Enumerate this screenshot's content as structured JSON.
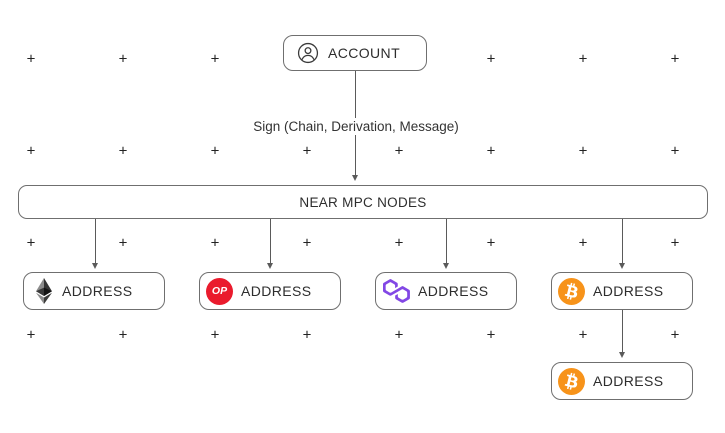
{
  "account": {
    "label": "ACCOUNT"
  },
  "sign_label": "Sign (Chain, Derivation, Message)",
  "mpc_nodes": {
    "label": "NEAR MPC NODES"
  },
  "addresses": [
    {
      "chain": "Ethereum",
      "label": "ADDRESS"
    },
    {
      "chain": "Optimism",
      "label": "ADDRESS",
      "badge_text": "OP"
    },
    {
      "chain": "Polygon",
      "label": "ADDRESS"
    },
    {
      "chain": "Bitcoin",
      "label": "ADDRESS"
    }
  ],
  "derived_address": {
    "chain": "Bitcoin",
    "label": "ADDRESS"
  },
  "colors": {
    "ethereum_dark": "#343434",
    "optimism_red": "#EA1B2D",
    "polygon_purple": "#8247E5",
    "bitcoin_orange": "#F7931A",
    "box_border": "#6F6F6F",
    "arrow": "#5A5A5A",
    "text": "#2D2D2D",
    "background": "#FFFFFF"
  }
}
